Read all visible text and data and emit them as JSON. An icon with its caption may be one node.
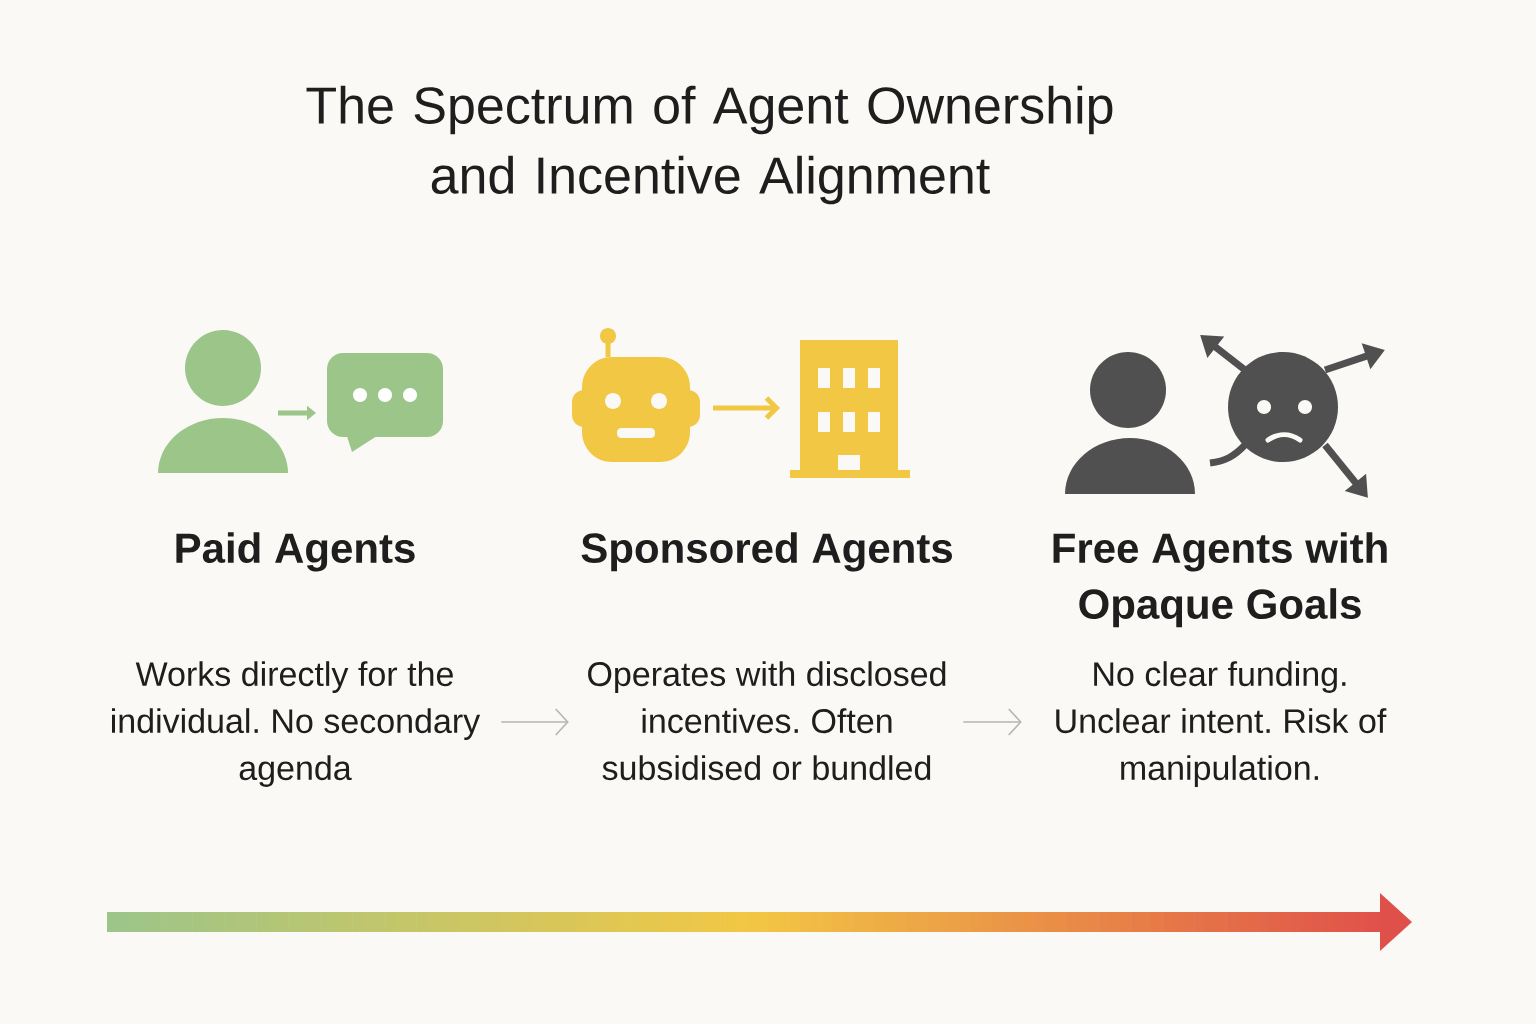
{
  "diagram": {
    "title": "The Spectrum of Agent Ownership and Incentive Alignment",
    "nodes": [
      {
        "text": [
          "Paid Agents",
          "Works directly for the individual. No secondary agenda"
        ]
      },
      {
        "text": [
          "Sponsored Agents",
          "Operates with disclosed incentives. Often subsidised or bundled"
        ]
      },
      {
        "text": [
          "Free Agents with Opaque Goals",
          "No clear funding. Unclear intent. Risk of manipulation."
        ]
      }
    ],
    "edges": [
      {
        "from": 0,
        "to": 1,
        "arrow": "to"
      },
      {
        "from": 1,
        "to": 2,
        "arrow": "to"
      }
    ]
  }
}
